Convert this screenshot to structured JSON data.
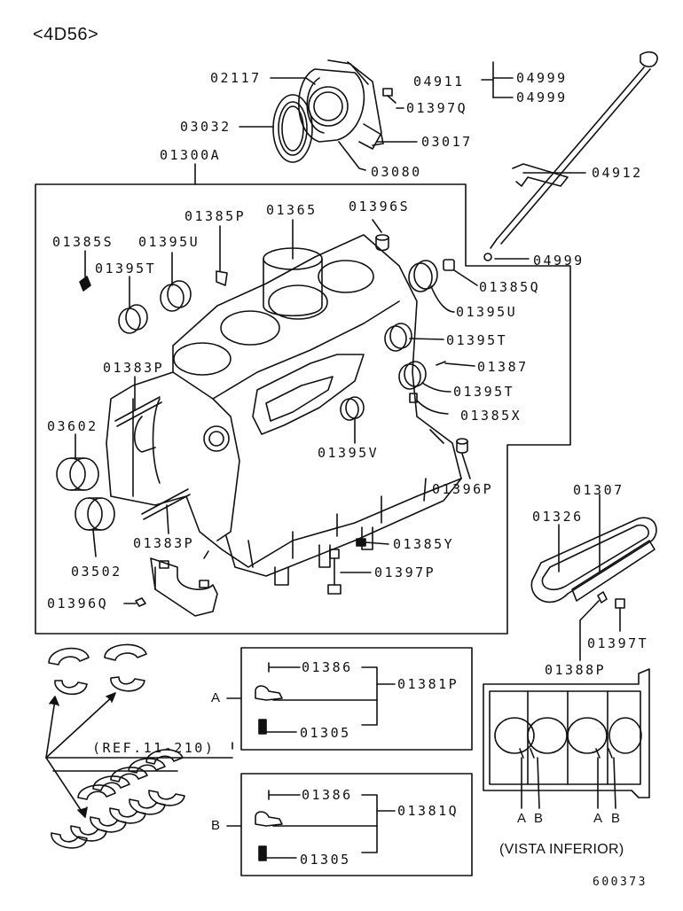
{
  "engine_code": "<4D56>",
  "labels": {
    "p02117": "02117",
    "p03032": "03032",
    "p01397Q": "01397Q",
    "p03017": "03017",
    "p03080": "03080",
    "p01300A": "01300A",
    "p04911": "04911",
    "p04999a": "04999",
    "p04999b": "04999",
    "p04912": "04912",
    "p04999c": "04999",
    "p01385P": "01385P",
    "p01365": "01365",
    "p01396S": "01396S",
    "p01385S": "01385S",
    "p01395U_left": "01395U",
    "p01395T_left": "01395T",
    "p01385Q": "01385Q",
    "p01395U_right": "01395U",
    "p01395T_r1": "01395T",
    "p01387": "01387",
    "p01395T_r2": "01395T",
    "p01385X": "01385X",
    "p01383P_top": "01383P",
    "p03602_top": "03602",
    "p01395V": "01395V",
    "p01396P": "01396P",
    "p01383P_bottom": "01383P",
    "p03502": "03502",
    "p01385Y": "01385Y",
    "p01397P": "01397P",
    "p01396Q": "01396Q",
    "p01307": "01307",
    "p01326": "01326",
    "p01397T": "01397T",
    "p01388P": "01388P",
    "ref": "(REF.11-210)",
    "marker_a": "A",
    "marker_b": "B",
    "boxA": {
      "p1386": "01386",
      "p1381P": "01381P",
      "p1305": "01305"
    },
    "boxB": {
      "p1386": "01386",
      "p1381Q": "01381Q",
      "p1305": "01305"
    },
    "underside_a1": "A",
    "underside_b1": "B",
    "underside_a2": "A",
    "underside_b2": "B",
    "vista_inferior": "(VISTA INFERIOR)",
    "figure_number": "600373"
  }
}
